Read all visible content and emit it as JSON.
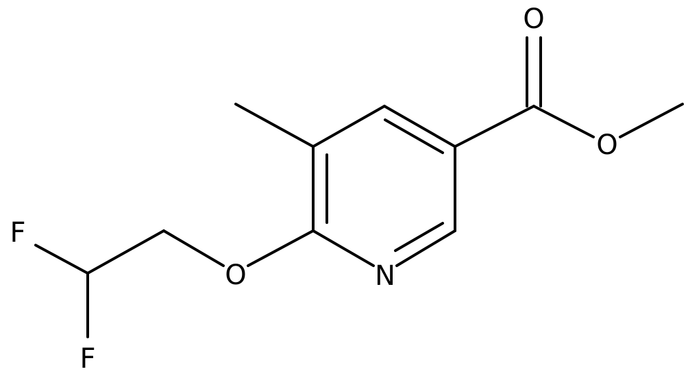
{
  "atoms": {
    "o_carbonyl": "O",
    "o_ester": "O",
    "n_ring": "N",
    "o_ether": "O",
    "f_top": "F",
    "f_bottom": "F"
  }
}
